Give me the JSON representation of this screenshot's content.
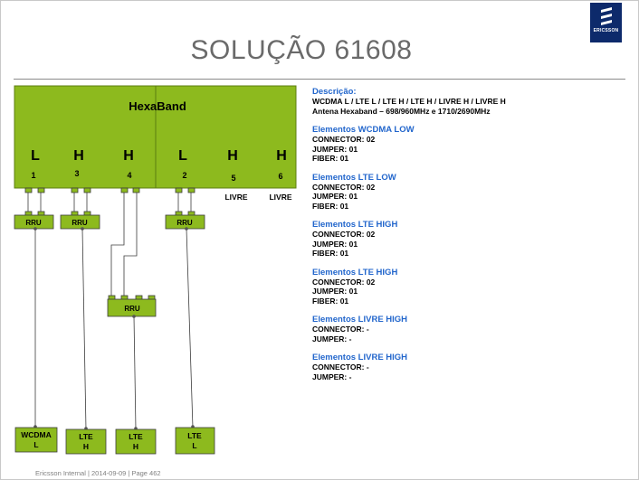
{
  "title": "SOLUÇÃO 61608",
  "logo": {
    "text": "ERICSSON",
    "icon": "ericsson-logo-icon"
  },
  "hexaband": {
    "label": "HexaBand",
    "ports": [
      {
        "band": "L",
        "number": "1"
      },
      {
        "band": "H",
        "number": "3"
      },
      {
        "band": "H",
        "number": "4"
      },
      {
        "band": "L",
        "number": "2"
      },
      {
        "band": "H",
        "number": "5",
        "note": "LIVRE"
      },
      {
        "band": "H",
        "number": "6",
        "note": "LIVRE"
      }
    ]
  },
  "rru_label": "RRU",
  "endpoints": [
    {
      "line1": "WCDMA",
      "line2": "L"
    },
    {
      "line1": "LTE",
      "line2": "H"
    },
    {
      "line1": "LTE",
      "line2": "H"
    },
    {
      "line1": "LTE",
      "line2": "L"
    }
  ],
  "info": {
    "descricao": {
      "header": "Descrição:",
      "line1": "WCDMA L / LTE L / LTE H / LTE H / LIVRE H / LIVRE H",
      "line2": "Antena Hexaband – 698/960MHz  e  1710/2690MHz"
    },
    "groups": [
      {
        "header": "Elementos WCDMA LOW",
        "lines": [
          "CONNECTOR: 02",
          "JUMPER: 01",
          "FIBER: 01"
        ]
      },
      {
        "header": "Elementos LTE LOW",
        "lines": [
          "CONNECTOR: 02",
          "JUMPER: 01",
          "FIBER: 01"
        ]
      },
      {
        "header": "Elementos LTE HIGH",
        "lines": [
          "CONNECTOR: 02",
          "JUMPER: 01",
          "FIBER: 01"
        ]
      },
      {
        "header": "Elementos LTE HIGH",
        "lines": [
          "CONNECTOR: 02",
          "JUMPER: 01",
          "FIBER: 01"
        ]
      },
      {
        "header": "Elementos LIVRE HIGH",
        "lines": [
          "CONNECTOR: -",
          "JUMPER: -"
        ]
      },
      {
        "header": "Elementos LIVRE HIGH",
        "lines": [
          "CONNECTOR: -",
          "JUMPER: -"
        ]
      }
    ]
  },
  "footer": "Ericsson Internal  |  2014-09-09  |  Page 462",
  "colors": {
    "green": "#8dba1e",
    "title": "#6a6a6a",
    "link": "#2266cc",
    "logo": "#0d2a6b"
  }
}
